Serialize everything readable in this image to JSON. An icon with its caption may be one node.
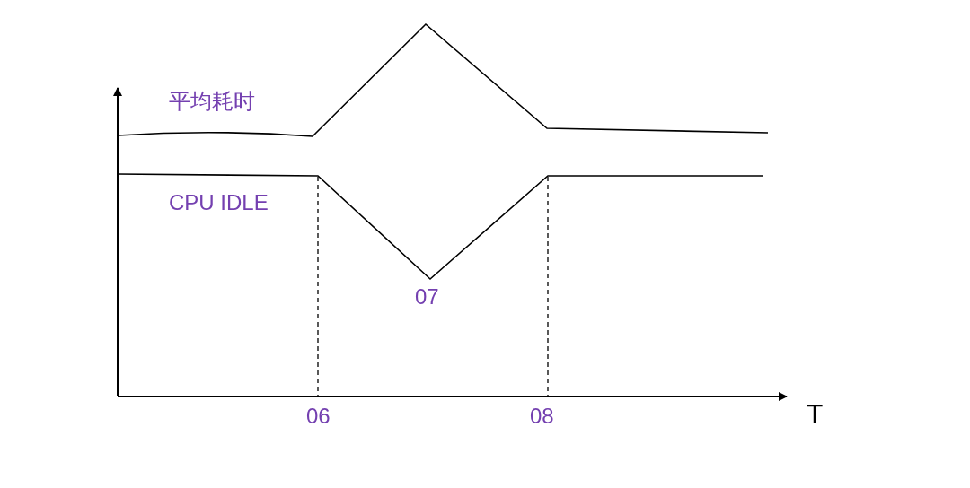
{
  "diagram": {
    "labels": [
      "平均耗时",
      "CPU IDLE",
      "07",
      "06",
      "08",
      "T"
    ]
  }
}
